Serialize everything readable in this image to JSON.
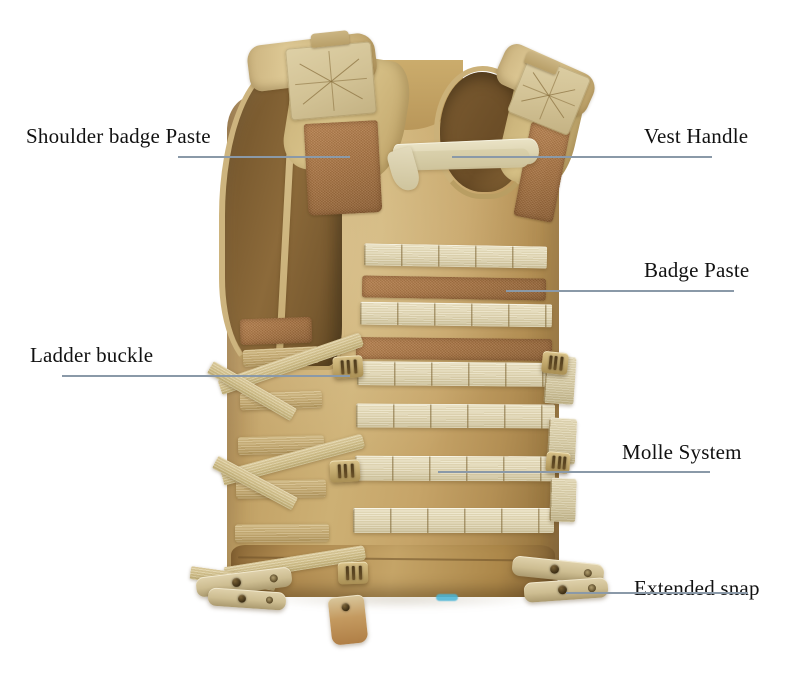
{
  "image": {
    "subject": "Tactical MOLLE vest — annotated product diagram",
    "background_color": "#ffffff",
    "label_color": "#111111",
    "leader_line_color": "#8a99a8",
    "fabric_color": "#c2a06a",
    "velcro_color": "#a9794b",
    "webbing_color": "#e8dfc0"
  },
  "annotations": [
    {
      "id": "shoulder-badge-paste",
      "label": "Shoulder badge Paste",
      "side": "left"
    },
    {
      "id": "vest-handle",
      "label": "Vest Handle",
      "side": "right"
    },
    {
      "id": "badge-paste",
      "label": "Badge Paste",
      "side": "right"
    },
    {
      "id": "ladder-buckle",
      "label": "Ladder buckle",
      "side": "left"
    },
    {
      "id": "molle-system",
      "label": "Molle System",
      "side": "right"
    },
    {
      "id": "extended-snap",
      "label": "Extended snap",
      "side": "right"
    }
  ]
}
